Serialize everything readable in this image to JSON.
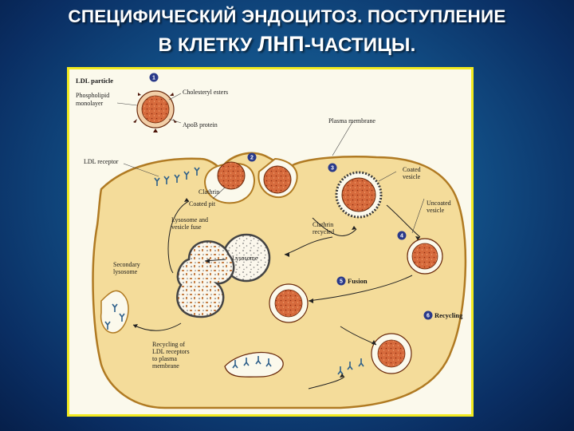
{
  "slide": {
    "title_line1": "СПЕЦИФИЧЕСКИЙ ЭНДОЦИТОЗ. ПОСТУПЛЕНИЕ",
    "title_line2_a": "В КЛЕТКУ ",
    "title_line2_b": "ЛНП",
    "title_line2_c": "-ЧАСТИЦЫ."
  },
  "diagram": {
    "labels": {
      "ldl_particle": "LDL particle",
      "phospholipid_1": "Phospholipid",
      "phospholipid_2": "monolayer",
      "cholesteryl_esters": "Cholesteryl esters",
      "apob_protein": "ApoB protein",
      "plasma_membrane": "Plasma membrane",
      "ldl_receptor": "LDL receptor",
      "clathrin": "Clathrin",
      "coated_pit": "Coated pit",
      "coated_vesicle_1": "Coated",
      "coated_vesicle_2": "vesicle",
      "uncoated_vesicle_1": "Uncoated",
      "uncoated_vesicle_2": "vesicle",
      "clathrin_recycled_1": "Clathrin",
      "clathrin_recycled_2": "recycled",
      "lysosome_fuse_1": "Lysosome and",
      "lysosome_fuse_2": "vesicle fuse",
      "lysosome": "Lysosome",
      "secondary_lysosome_1": "Secondary",
      "secondary_lysosome_2": "lysosome",
      "fusion": "Fusion",
      "recycling": "Recycling",
      "recycling_of_1": "Recycling of",
      "recycling_of_2": "LDL receptors",
      "recycling_of_3": "to plasma",
      "recycling_of_4": "membrane"
    },
    "steps": [
      "1",
      "2",
      "3",
      "4",
      "5",
      "6"
    ],
    "colors": {
      "cell_fill": "#f4dc9a",
      "cell_stroke": "#b07a22",
      "ldl_core": "#c8552a",
      "panel_border": "#f2ea1f",
      "step_marker": "#2a3a8a"
    }
  }
}
